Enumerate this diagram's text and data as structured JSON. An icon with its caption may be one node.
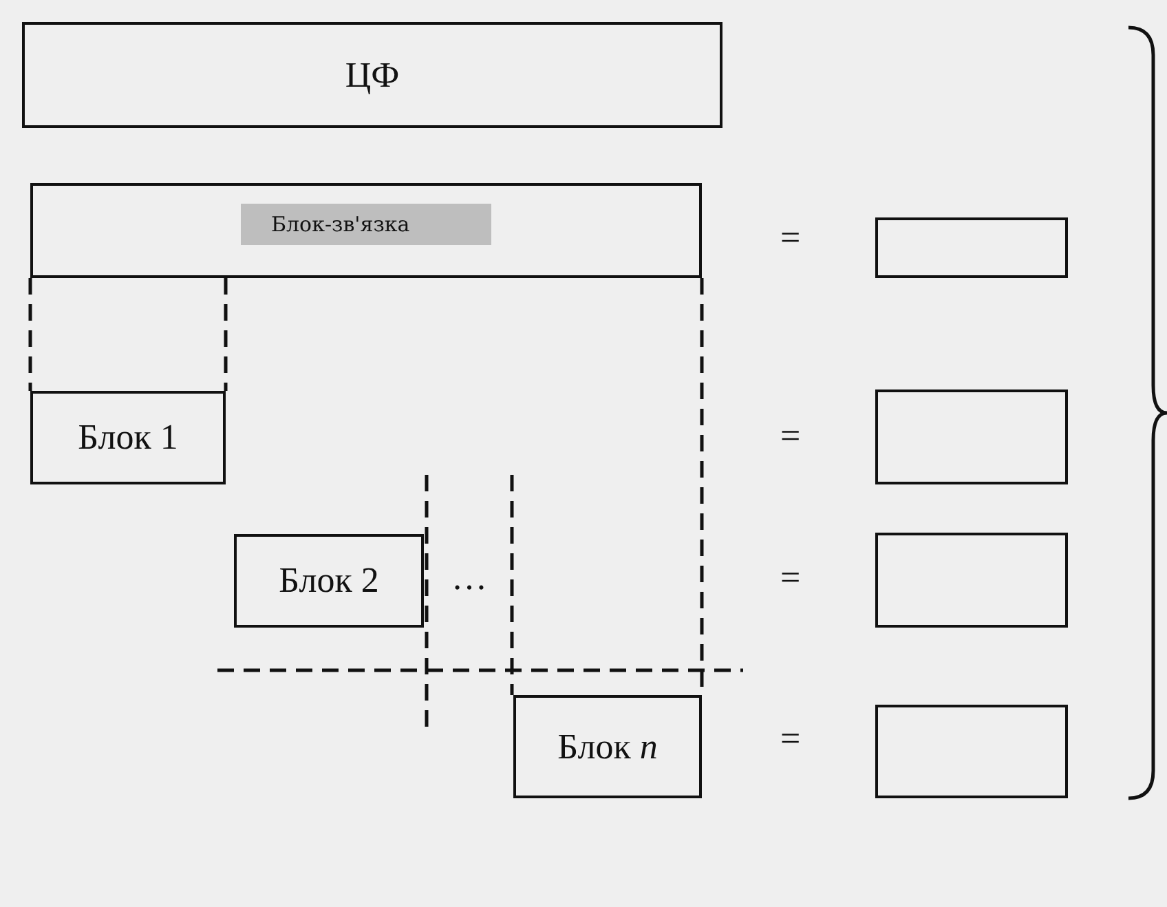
{
  "diagram": {
    "nodes": [
      {
        "text": [
          "ЦФ"
        ]
      },
      {
        "text": [
          "Блок-зв'язка"
        ]
      },
      {
        "text": [
          "Блок 1"
        ]
      },
      {
        "text": [
          "Блок 2"
        ]
      },
      {
        "text": [
          "Блок *n*"
        ]
      },
      {
        "text": [],
        "shape": "box"
      },
      {
        "text": [],
        "shape": "box"
      },
      {
        "text": [],
        "shape": "box"
      },
      {
        "text": [],
        "shape": "box"
      }
    ],
    "edges": [],
    "labels": [
      "=",
      "=",
      "=",
      "…",
      "="
    ]
  }
}
